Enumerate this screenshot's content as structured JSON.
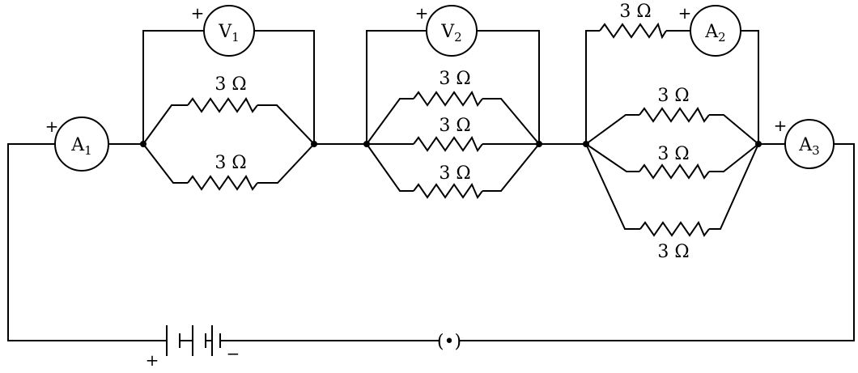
{
  "resistor_label": "3 Ω",
  "meters": {
    "A1": {
      "letter": "A",
      "sub": "1",
      "plus": "+"
    },
    "A2": {
      "letter": "A",
      "sub": "2",
      "plus": "+"
    },
    "A3": {
      "letter": "A",
      "sub": "3",
      "plus": "+"
    },
    "V1": {
      "letter": "V",
      "sub": "1",
      "plus": "+"
    },
    "V2": {
      "letter": "V",
      "sub": "2",
      "plus": "+"
    }
  },
  "battery": {
    "plus": "+",
    "minus": "−"
  },
  "switch": {
    "symbol": "(•)"
  }
}
